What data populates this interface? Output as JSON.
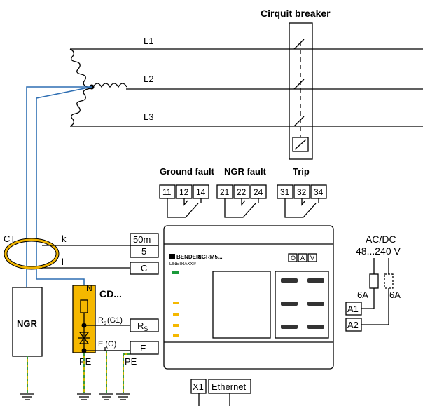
{
  "breaker": {
    "title": "Cirquit breaker"
  },
  "lines": {
    "l1": "L1",
    "l2": "L2",
    "l3": "L3"
  },
  "relays": {
    "ground_fault": {
      "label": "Ground fault",
      "terms": [
        "11",
        "12",
        "14"
      ]
    },
    "ngr_fault": {
      "label": "NGR fault",
      "terms": [
        "21",
        "22",
        "24"
      ]
    },
    "trip": {
      "label": "Trip",
      "terms": [
        "31",
        "32",
        "34"
      ]
    }
  },
  "ct": {
    "label": "CT",
    "k": "k",
    "l": "l"
  },
  "ngr": {
    "label": "NGR"
  },
  "cd": {
    "label": "CD...",
    "n": "N",
    "rs": "R",
    "rs_sub": "s",
    "rs_g": "(G1)",
    "eg": "E (G)",
    "pe": "PE"
  },
  "device_terms": {
    "t50m": "50m",
    "t5": "5",
    "tc": "C",
    "rs": "R",
    "rs_sub": "S",
    "e": "E",
    "pe": "PE"
  },
  "device": {
    "brand": "BENDER",
    "model": "NGRM5...",
    "subbrand": "LINETRAXX®",
    "buttons": [
      "O",
      "A",
      "V"
    ]
  },
  "supply": {
    "type": "AC/DC",
    "voltage": "48...240 V",
    "fuse1": "6A",
    "fuse2": "6A",
    "a1": "A1",
    "a2": "A2"
  },
  "bottom_terms": {
    "x1": "X1",
    "ethernet": "Ethernet"
  },
  "colors": {
    "ct_ring": "#f0b400",
    "cd_box": "#f5b800",
    "wire_blue": "#2f6fb3",
    "led_green": "#1a9a3a",
    "led_yellow": "#f5b800"
  }
}
